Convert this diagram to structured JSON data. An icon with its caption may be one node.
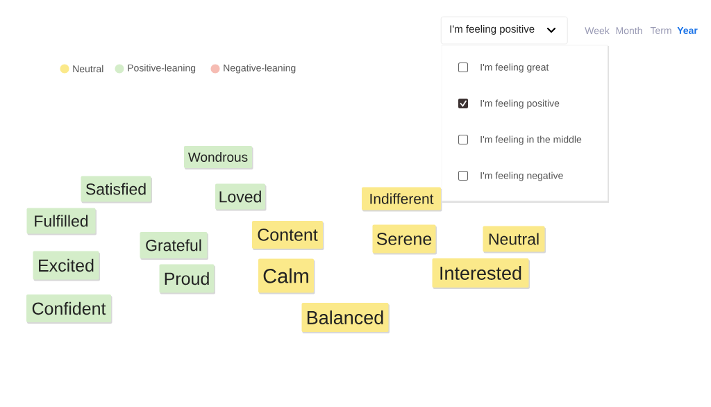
{
  "diagram": {
    "nodes": [
      {
        "text": [
          "I'm feeling positive"
        ]
      },
      {
        "text": [],
        "shape": "box"
      },
      {
        "text": [
          "I'm feeling great"
        ],
        "in": 1
      },
      {
        "text": [
          "I'm feeling positive"
        ],
        "in": 1
      },
      {
        "text": [
          "I'm feeling in the middle"
        ],
        "in": 1
      },
      {
        "text": [
          "I'm feeling negative"
        ],
        "in": 1
      },
      {
        "text": [
          "Wondrous"
        ]
      },
      {
        "text": [
          "Satisfied"
        ]
      },
      {
        "text": [
          "Loved"
        ]
      },
      {
        "text": [
          "Indifferent"
        ]
      },
      {
        "text": [
          "Fulfilled"
        ]
      },
      {
        "text": [
          "Content"
        ]
      },
      {
        "text": [
          "Serene"
        ]
      },
      {
        "text": [
          "Neutral"
        ]
      },
      {
        "text": [
          "Grateful"
        ]
      },
      {
        "text": [
          "Excited"
        ]
      },
      {
        "text": [
          "Calm"
        ]
      },
      {
        "text": [
          "Interested"
        ]
      },
      {
        "text": [
          "Proud"
        ]
      },
      {
        "text": [
          "Confident"
        ]
      },
      {
        "text": [
          "Balanced"
        ]
      }
    ],
    "labels": [
      "Week",
      "Month",
      "Term",
      "Year"
    ],
    "legend": [
      {
        "text": "Neutral",
        "color": "#fbe98a"
      },
      {
        "text": "Positive-leaning",
        "color": "#d4edc9"
      },
      {
        "text": "Negative-leaning",
        "color": "#f6bcb3"
      }
    ]
  }
}
